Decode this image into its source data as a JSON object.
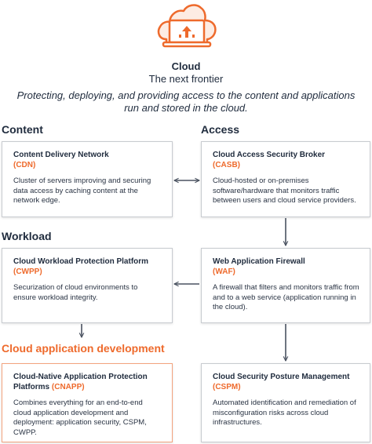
{
  "header": {
    "icon": "cloud-laptop-icon",
    "title": "Cloud",
    "subtitle": "The next frontier",
    "tagline": "Protecting, deploying, and providing access to the content and applications run and stored in the cloud."
  },
  "sections": {
    "content": "Content",
    "access": "Access",
    "workload": "Workload",
    "cloud_app_dev": "Cloud application development"
  },
  "cards": {
    "cdn": {
      "title": "Content Delivery Network",
      "abbr": "(CDN)",
      "desc": "Cluster of servers improving and securing data access by caching content at the network edge."
    },
    "casb": {
      "title": "Cloud Access Security Broker",
      "abbr": "(CASB)",
      "desc": "Cloud-hosted or on-premises software/hardware that monitors traffic between users and cloud service providers."
    },
    "cwpp": {
      "title": "Cloud Workload Protection Platform",
      "abbr": "(CWPP)",
      "desc": "Securization of cloud environments to ensure workload integrity."
    },
    "waf": {
      "title": "Web Application Firewall",
      "abbr": "(WAF)",
      "desc": "A firewall that filters and monitors traffic from and to a web service (application running in the cloud)."
    },
    "cnapp": {
      "title": "Cloud-Native Application Protection Platforms",
      "abbr": "(CNAPP)",
      "desc": "Combines everything for an end-to-end cloud application development and deployment: application security, CSPM, CWPP."
    },
    "cspm": {
      "title": "Cloud Security Posture Management",
      "abbr": "(CSPM)",
      "desc": "Automated identification and remediation of misconfiguration risks across cloud infrastructures."
    }
  },
  "colors": {
    "accent": "#ee6a2c",
    "text": "#1f2b3d",
    "arrow": "#4a5260",
    "border": "#c8cbd0"
  }
}
